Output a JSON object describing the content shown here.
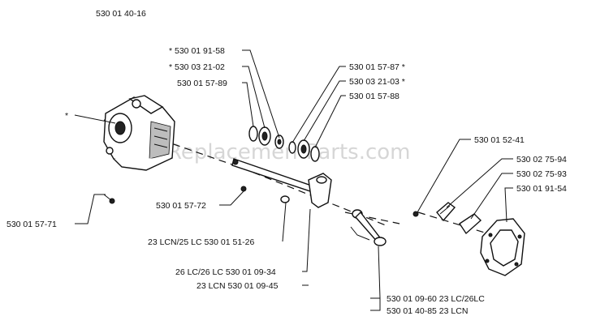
{
  "diagram": {
    "page_code": "530 01 40-16",
    "watermark": "eReplacementParts.com",
    "labels": {
      "p_91_58": "* 530 01 91-58",
      "p_21_02": "* 530 03 21-02",
      "p_57_89": "530 01 57-89",
      "p_57_87": "530 01 57-87  *",
      "p_21_03": "530 03 21-03  *",
      "p_57_88": "530 01 57-88",
      "p_52_41": "530 01 52-41",
      "p_75_94": "530 02 75-94",
      "p_75_93": "530 02 75-93",
      "p_91_54": "530 01 91-54",
      "p_57_71": "530 01 57-71",
      "p_57_72": "530 01 57-72",
      "p_51_26": "23 LCN/25 LC 530 01 51-26",
      "p_09_34": "26 LC/26 LC 530 01 09-34",
      "p_09_45": "23 LCN 530 01 09-45",
      "p_09_60": "530 01 09-60 23 LC/26LC",
      "p_40_85": "530 01 40-85 23 LCN",
      "star": "*"
    }
  }
}
